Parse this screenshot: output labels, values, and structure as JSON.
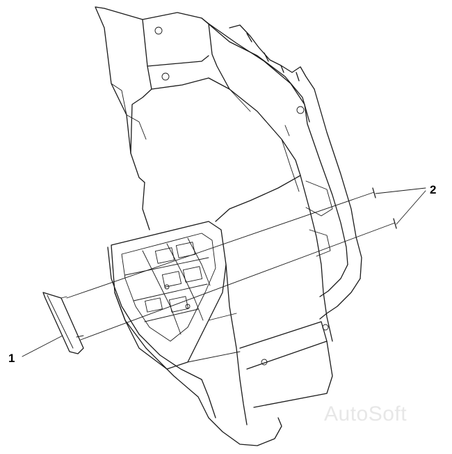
{
  "callouts": {
    "part_1": "1",
    "part_2": "2"
  },
  "watermark": "AutoSoft",
  "colors": {
    "line": "#1a1a1a",
    "background": "#ffffff",
    "watermark": "#e7e7e7"
  }
}
